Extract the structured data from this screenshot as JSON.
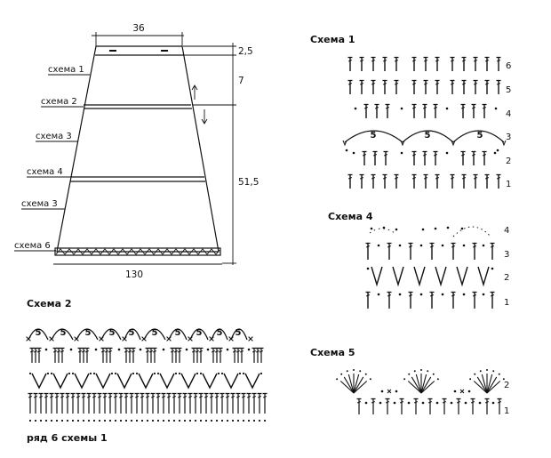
{
  "pattern": {
    "dimensions": {
      "top_width": "36",
      "band": "2,5",
      "upper": "7",
      "lower": "51,5",
      "bottom_width": "130"
    },
    "section_labels": [
      "схема 1",
      "схема 2",
      "схема 3",
      "схема 4",
      "схема 3",
      "схема 6"
    ]
  },
  "scheme1": {
    "title": "Схема 1",
    "row_numbers": [
      "6",
      "5",
      "4",
      "3",
      "2",
      "1"
    ],
    "arch_counts": [
      "5",
      "5",
      "5"
    ]
  },
  "scheme2": {
    "title": "Схема 2",
    "arch_counts": [
      "5",
      "5",
      "5",
      "5",
      "5",
      "5",
      "5",
      "5",
      "5",
      "5"
    ],
    "footer": "ряд 6 схемы 1"
  },
  "scheme4": {
    "title": "Схема 4",
    "row_numbers": [
      "4",
      "3",
      "2",
      "1"
    ]
  },
  "scheme5": {
    "title": "Схема 5",
    "row_numbers": [
      "2",
      "1"
    ]
  }
}
